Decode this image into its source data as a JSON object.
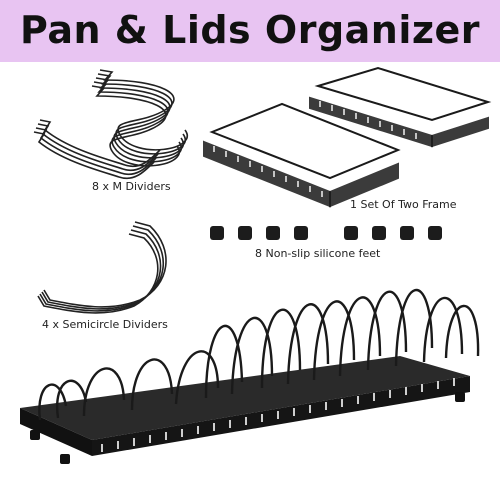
{
  "banner": {
    "title": "Pan & Lids Organizer",
    "background": "#e8c4f2"
  },
  "parts": {
    "m_dividers": "8 x M Dividers",
    "frames": "1 Set Of Two Frame",
    "feet": "8 Non-slip silicone feet",
    "semicircle": "4 x Semicircle Dividers"
  },
  "colors": {
    "metal": "#1f1f1f",
    "metal_light": "#5a5a5a"
  }
}
